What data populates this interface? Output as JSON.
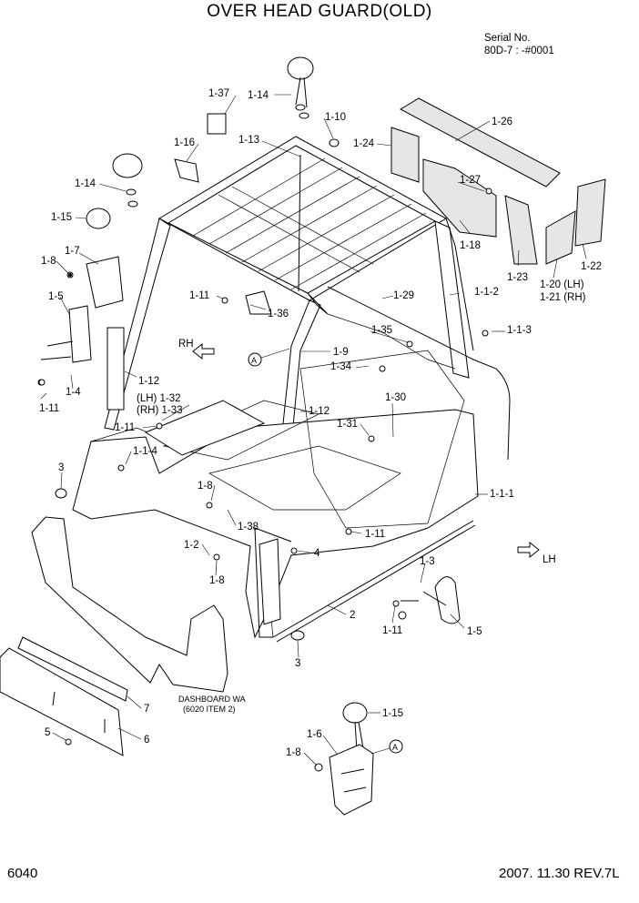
{
  "title": "OVER HEAD GUARD(OLD)",
  "serial": {
    "label": "Serial No.",
    "value": "80D-7 : -#0001"
  },
  "footer": {
    "page": "6040",
    "date_rev": "2007. 11.30  REV.7L"
  },
  "directions": {
    "rh": "RH",
    "lh": "LH"
  },
  "note": {
    "line1": "DASHBOARD WA",
    "line2": "(6020 ITEM 2)"
  },
  "labels": {
    "p1_37": "1-37",
    "p1_14a": "1-14",
    "p1_10": "1-10",
    "p1_26": "1-26",
    "p1_16": "1-16",
    "p1_13": "1-13",
    "p1_24": "1-24",
    "p1_27": "1-27",
    "p1_14b": "1-14",
    "p1_15a": "1-15",
    "p1_18": "1-18",
    "p1_7": "1-7",
    "p1_8a": "1-8",
    "p1_23": "1-23",
    "p1_22": "1-22",
    "p1_20": "1-20 (LH)",
    "p1_21": "1-21 (RH)",
    "p1_5a": "1-5",
    "p1_11a": "1-11",
    "p1_29": "1-29",
    "p1_1_2": "1-1-2",
    "p1_36": "1-36",
    "p1_35": "1-35",
    "p1_1_3": "1-1-3",
    "p1_9": "1-9",
    "p1_34": "1-34",
    "p1_12a": "1-12",
    "p1_4": "1-4",
    "p1_11b": "1-11",
    "p1_32": "(LH) 1-32",
    "p1_33": "(RH) 1-33",
    "p1_30": "1-30",
    "p1_12b": "1-12",
    "p1_11c": "1-11",
    "p1_31": "1-31",
    "p1_1_4": "1-1-4",
    "p3a": "3",
    "p1_1_1": "1-1-1",
    "p1_8b": "1-8",
    "p1_38": "1-38",
    "p1_11d": "1-11",
    "p1_2": "1-2",
    "p4": "4",
    "p1_8c": "1-8",
    "p1_3": "1-3",
    "p2": "2",
    "p1_11e": "1-11",
    "p1_5b": "1-5",
    "p3b": "3",
    "p7": "7",
    "p5": "5",
    "p6": "6",
    "p1_15b": "1-15",
    "p1_6": "1-6",
    "p1_8d": "1-8"
  },
  "callout": "A"
}
